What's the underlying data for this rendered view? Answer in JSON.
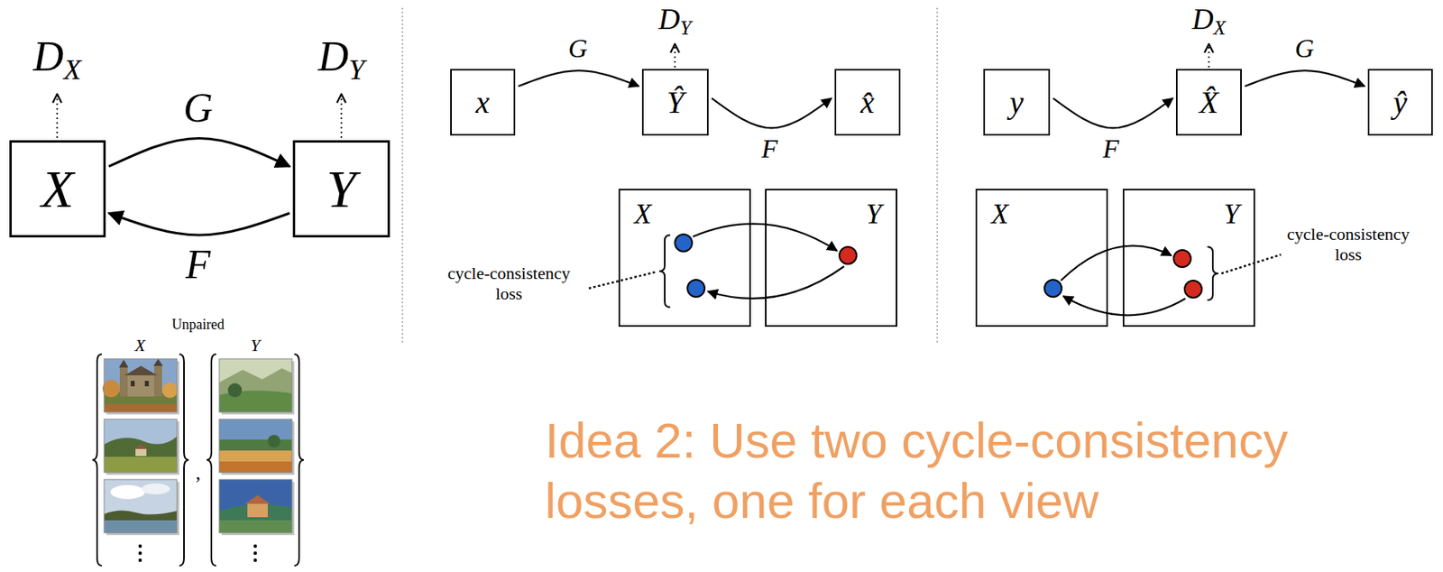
{
  "diagram": {
    "nodes": [
      {
        "text": [
          "X"
        ]
      },
      {
        "text": [
          "Y"
        ]
      },
      {
        "text": [
          "x"
        ]
      },
      {
        "text": [
          "Ŷ"
        ]
      },
      {
        "text": [
          "x̂"
        ]
      },
      {
        "text": [
          "X"
        ]
      },
      {
        "text": [
          "Y"
        ]
      },
      {
        "text": [
          "y"
        ]
      },
      {
        "text": [
          "X̂"
        ]
      },
      {
        "text": [
          "ŷ"
        ]
      },
      {
        "text": [
          "X"
        ]
      },
      {
        "text": [
          "Y"
        ]
      }
    ],
    "edges": [
      {
        "from": 0,
        "to": 1,
        "label": "G",
        "arrow": "to"
      },
      {
        "from": 1,
        "to": 0,
        "label": "F",
        "arrow": "to"
      },
      {
        "from": 2,
        "to": 3,
        "label": "G",
        "arrow": "to"
      },
      {
        "from": 3,
        "to": 4,
        "label": "F",
        "arrow": "to"
      },
      {
        "from": 7,
        "to": 8,
        "label": "F",
        "arrow": "to"
      },
      {
        "from": 8,
        "to": 9,
        "label": "G",
        "arrow": "to"
      }
    ],
    "labels": [
      "DX",
      "DY",
      "Unpaired",
      "X",
      ",",
      "Y",
      "DY",
      "cycle-consistency loss",
      "DX",
      "cycle-consistency loss",
      "Idea 2: Use two cycle-consistency losses, one for each view"
    ]
  }
}
